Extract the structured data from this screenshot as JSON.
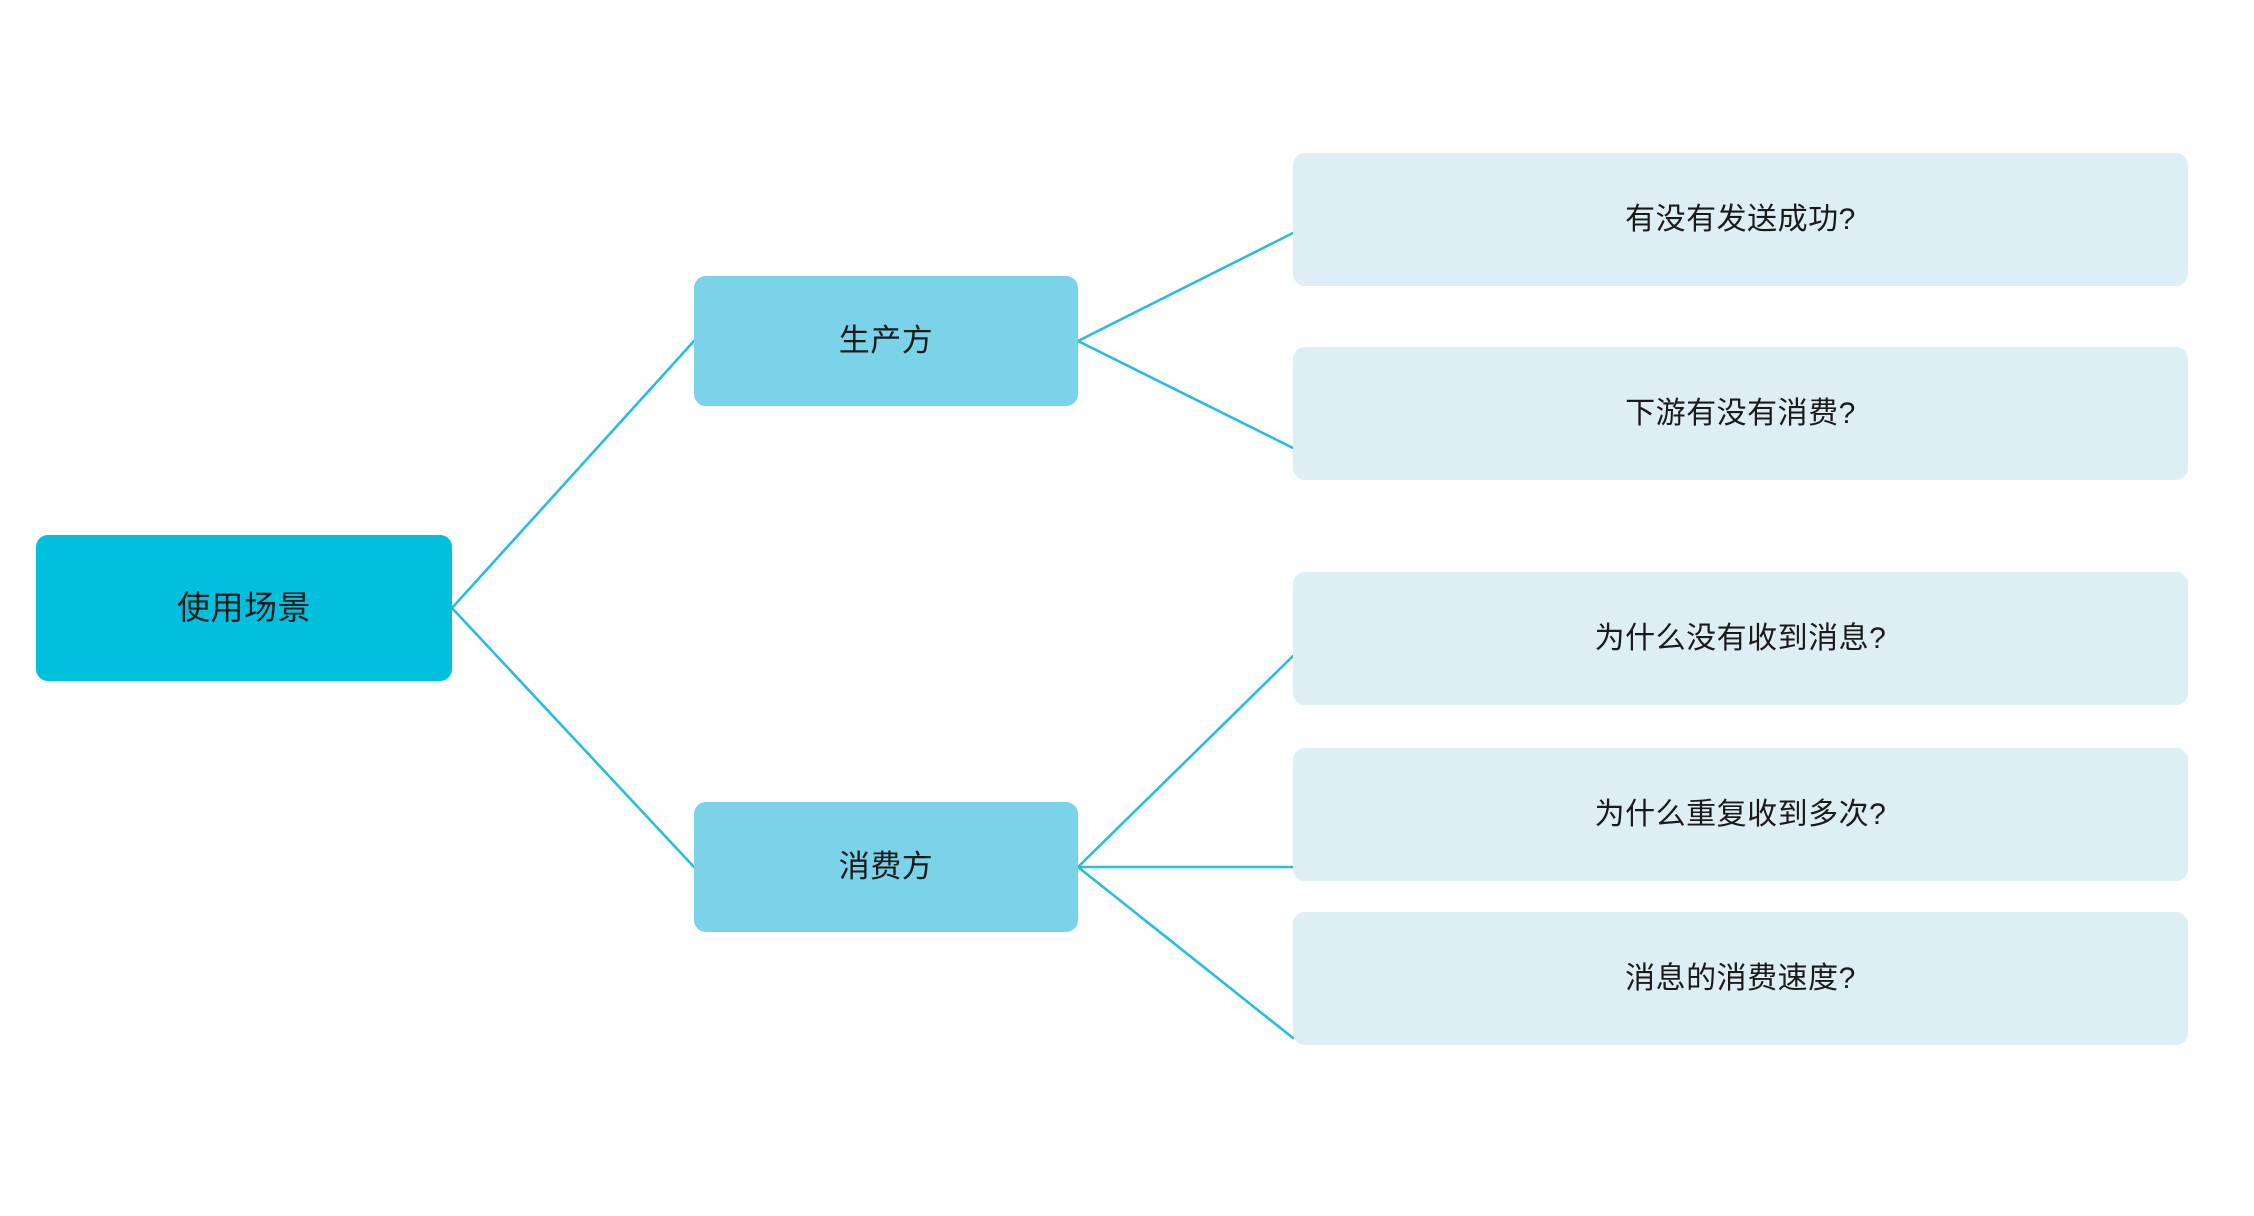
{
  "diagram": {
    "type": "mind-map",
    "orientation": "left-to-right",
    "background_color": "#ffffff",
    "edge_color": "#29bcdf",
    "root": {
      "id": "root",
      "label": "使用场景",
      "fill_color": "#00c0dd",
      "text_color": "#1a1a1a"
    },
    "branches": [
      {
        "id": "producer",
        "label": "生产方",
        "fill_color": "#7ad3e8",
        "text_color": "#1a1a1a",
        "children": [
          {
            "id": "leaf-0",
            "label": "有没有发送成功?",
            "fill_color": "#ddeef5",
            "text_color": "#1a1a1a"
          },
          {
            "id": "leaf-1",
            "label": "下游有没有消费?",
            "fill_color": "#ddeef5",
            "text_color": "#1a1a1a"
          }
        ]
      },
      {
        "id": "consumer",
        "label": "消费方",
        "fill_color": "#7ad3e8",
        "text_color": "#1a1a1a",
        "children": [
          {
            "id": "leaf-2",
            "label": "为什么没有收到消息?",
            "fill_color": "#ddeef5",
            "text_color": "#1a1a1a"
          },
          {
            "id": "leaf-3",
            "label": "为什么重复收到多次?",
            "fill_color": "#ddeef5",
            "text_color": "#1a1a1a"
          },
          {
            "id": "leaf-4",
            "label": "消息的消费速度?",
            "fill_color": "#ddeef5",
            "text_color": "#1a1a1a"
          }
        ]
      }
    ]
  }
}
